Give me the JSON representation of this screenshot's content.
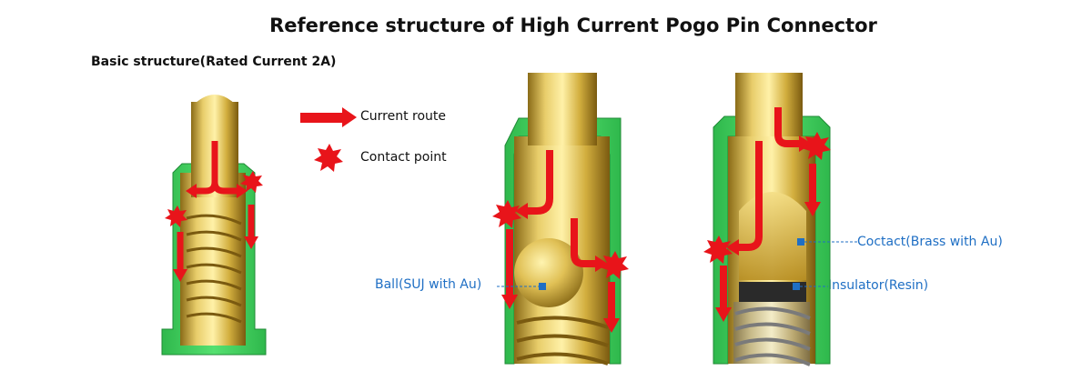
{
  "title": "Reference structure of High Current Pogo Pin Connector",
  "subtitle": "Basic structure(Rated Current 2A)",
  "legend": {
    "current_route": "Current route",
    "contact_point": "Contact point"
  },
  "callouts": {
    "ball": "Ball(SUJ with Au)",
    "contact": "Coctact(Brass with Au)",
    "insulator": "Insulator(Resin)"
  },
  "colors": {
    "arrow": "#e8141a",
    "housing": "#3ed460",
    "gold": "#d9b84a",
    "callout": "#1f6fc4"
  }
}
